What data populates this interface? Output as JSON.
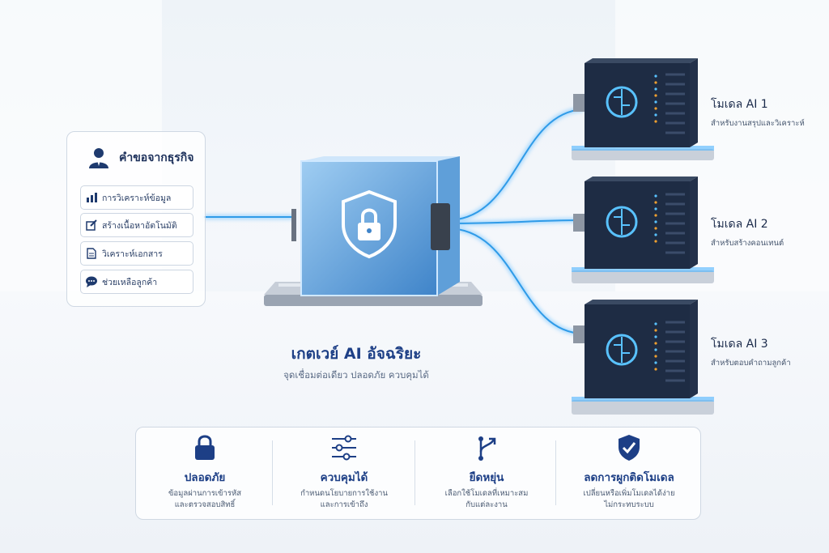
{
  "requests": {
    "title": "คำขอจากธุรกิจ",
    "items": [
      {
        "label": "การวิเคราะห์ข้อมูล",
        "icon": "bar-chart-icon"
      },
      {
        "label": "สร้างเนื้อหาอัตโนมัติ",
        "icon": "edit-icon"
      },
      {
        "label": "วิเคราะห์เอกสาร",
        "icon": "document-icon"
      },
      {
        "label": "ช่วยเหลือลูกค้า",
        "icon": "chat-icon"
      }
    ]
  },
  "gateway": {
    "title": "เกตเวย์ AI อัจฉริยะ",
    "subtitle": "จุดเชื่อมต่อเดียว ปลอดภัย ควบคุมได้",
    "icon": "shield-lock-icon"
  },
  "models": [
    {
      "name": "โมเดล AI 1",
      "desc": "สำหรับงานสรุปและวิเคราะห์"
    },
    {
      "name": "โมเดล AI 2",
      "desc": "สำหรับสร้างคอนเทนต์"
    },
    {
      "name": "โมเดล AI 3",
      "desc": "สำหรับตอบคำถามลูกค้า"
    }
  ],
  "features": [
    {
      "title": "ปลอดภัย",
      "line1": "ข้อมูลผ่านการเข้ารหัส",
      "line2": "และตรวจสอบสิทธิ์",
      "icon": "lock-icon"
    },
    {
      "title": "ควบคุมได้",
      "line1": "กำหนดนโยบายการใช้งาน",
      "line2": "และการเข้าถึง",
      "icon": "sliders-icon"
    },
    {
      "title": "ยืดหยุ่น",
      "line1": "เลือกใช้โมเดลที่เหมาะสม",
      "line2": "กับแต่ละงาน",
      "icon": "branch-icon"
    },
    {
      "title": "ลดการผูกติดโมเดล",
      "line1": "เปลี่ยนหรือเพิ่มโมเดลได้ง่าย",
      "line2": "ไม่กระทบระบบ",
      "icon": "shield-check-icon"
    }
  ],
  "colors": {
    "accent": "#1d3f86",
    "glow": "#3fa9f5",
    "server": "#1e2c44"
  }
}
